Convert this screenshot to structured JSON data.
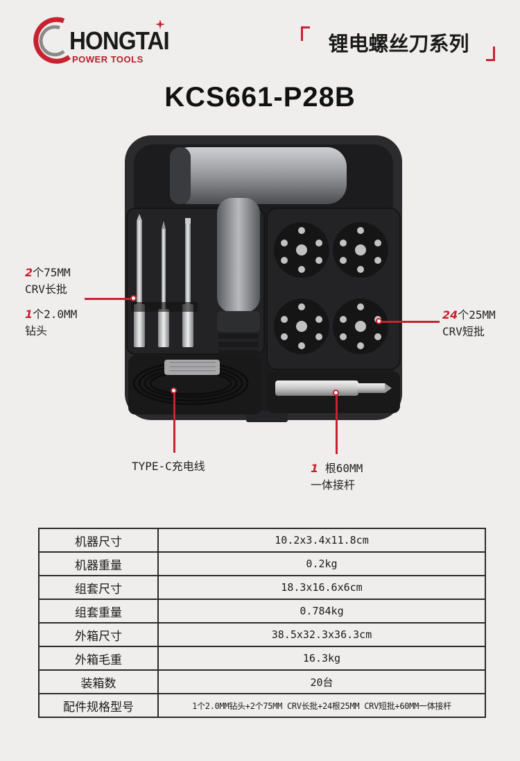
{
  "brand": {
    "logo_main": "HONGTAI",
    "logo_sub": "POWER TOOLS",
    "accent": "#c8212f"
  },
  "header": {
    "series_title": "锂电螺丝刀系列",
    "model": "KCS661-P28B"
  },
  "callouts": {
    "long_bits": {
      "num": "2",
      "line1": "个75MM",
      "line2": "CRV长批"
    },
    "drill_bit": {
      "num": "1",
      "line1": "个2.0MM",
      "line2": "钻头"
    },
    "short_bits": {
      "num": "24",
      "line1": "个25MM",
      "line2": "CRV短批"
    },
    "cable": {
      "text": "TYPE-C充电线"
    },
    "extension": {
      "num": "1",
      "line1": " 根60MM",
      "line2": "一体接杆"
    }
  },
  "specs": [
    {
      "label": "机器尺寸",
      "value": "10.2x3.4x11.8cm"
    },
    {
      "label": "机器重量",
      "value": "0.2kg"
    },
    {
      "label": "组套尺寸",
      "value": "18.3x16.6x6cm"
    },
    {
      "label": "组套重量",
      "value": "0.784kg"
    },
    {
      "label": "外箱尺寸",
      "value": "38.5x32.3x36.3cm"
    },
    {
      "label": "外箱毛重",
      "value": "16.3kg"
    },
    {
      "label": "装箱数",
      "value": "20台"
    },
    {
      "label": "配件规格型号",
      "value": "1个2.0MM钻头+2个75MM CRV长批+24根25MM CRV短批+60MM一体接杆"
    }
  ]
}
